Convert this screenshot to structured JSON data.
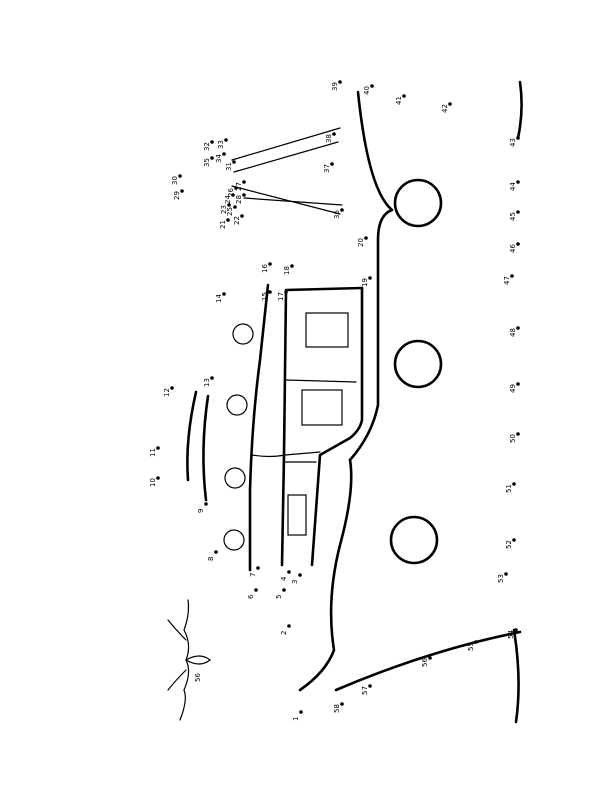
{
  "dots": [
    {
      "label": "1"
    },
    {
      "label": "2"
    },
    {
      "label": "3"
    },
    {
      "label": "4"
    },
    {
      "label": "5"
    },
    {
      "label": "6"
    },
    {
      "label": "7"
    },
    {
      "label": "8"
    },
    {
      "label": "9"
    },
    {
      "label": "10"
    },
    {
      "label": "11"
    },
    {
      "label": "12"
    },
    {
      "label": "13"
    },
    {
      "label": "14"
    },
    {
      "label": "15"
    },
    {
      "label": "16"
    },
    {
      "label": "17"
    },
    {
      "label": "18"
    },
    {
      "label": "19"
    },
    {
      "label": "20"
    },
    {
      "label": "21"
    },
    {
      "label": "22"
    },
    {
      "label": "23"
    },
    {
      "label": "24"
    },
    {
      "label": "25"
    },
    {
      "label": "26"
    },
    {
      "label": "27"
    },
    {
      "label": "28"
    },
    {
      "label": "29"
    },
    {
      "label": "30"
    },
    {
      "label": "31"
    },
    {
      "label": "32"
    },
    {
      "label": "33"
    },
    {
      "label": "34"
    },
    {
      "label": "35"
    },
    {
      "label": "36"
    },
    {
      "label": "37"
    },
    {
      "label": "38"
    },
    {
      "label": "39"
    },
    {
      "label": "40"
    },
    {
      "label": "41"
    },
    {
      "label": "42"
    },
    {
      "label": "43"
    },
    {
      "label": "44"
    },
    {
      "label": "45"
    },
    {
      "label": "46"
    },
    {
      "label": "47"
    },
    {
      "label": "48"
    },
    {
      "label": "49"
    },
    {
      "label": "50"
    },
    {
      "label": "51"
    },
    {
      "label": "52"
    },
    {
      "label": "53"
    },
    {
      "label": "54"
    },
    {
      "label": "55"
    },
    {
      "label": "56"
    },
    {
      "label": "57"
    },
    {
      "label": "58"
    }
  ],
  "bird_label": "56"
}
